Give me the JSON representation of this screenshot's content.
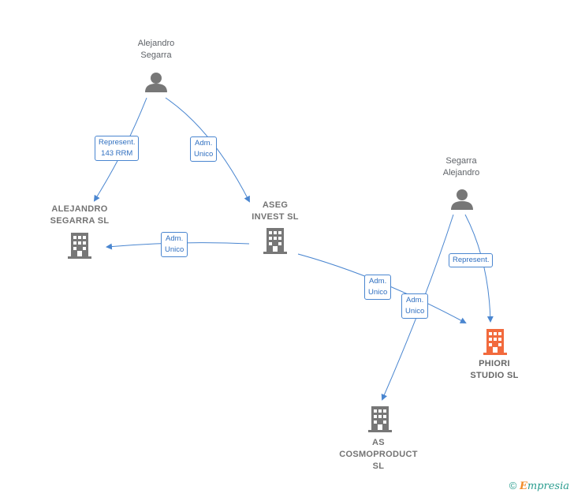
{
  "nodes": {
    "person1": {
      "line1": "Alejandro",
      "line2": "Segarra"
    },
    "person2": {
      "line1": "Segarra",
      "line2": "Alejandro"
    },
    "company_alejandro": {
      "line1": "ALEJANDRO",
      "line2": "SEGARRA  SL"
    },
    "company_aseg": {
      "line1": "ASEG",
      "line2": "INVEST  SL"
    },
    "company_phiori": {
      "line1": "PHIORI",
      "line2": "STUDIO  SL"
    },
    "company_cosmo": {
      "line1": "AS",
      "line2": "COSMOPRODUCT",
      "line3": "SL"
    }
  },
  "edges": {
    "rep_143": {
      "line1": "Represent.",
      "line2": "143 RRM"
    },
    "adm_p1_aseg": {
      "line1": "Adm.",
      "line2": "Unico"
    },
    "adm_aseg_alej": {
      "line1": "Adm.",
      "line2": "Unico"
    },
    "adm_aseg_phiori": {
      "line1": "Adm.",
      "line2": "Unico"
    },
    "adm_p2_cosmo": {
      "line1": "Adm.",
      "line2": "Unico"
    },
    "rep_p2_phiori": {
      "line1": "Represent."
    }
  },
  "colors": {
    "edge": "#4a86d0",
    "node_icon": "#777777",
    "highlight_icon": "#f26a3d"
  },
  "footer": {
    "copyright_symbol": "©",
    "brand_initial": "E",
    "brand_rest": "mpresia"
  }
}
